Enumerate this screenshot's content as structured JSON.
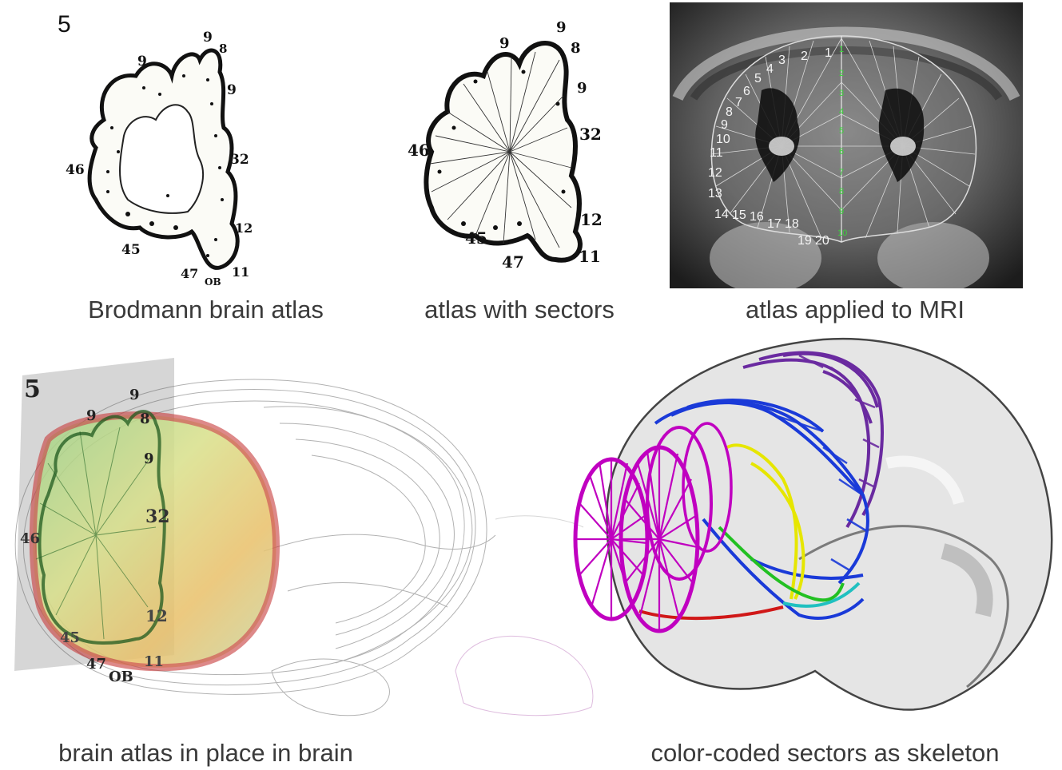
{
  "figure_number": "5",
  "captions": {
    "brodmann": "Brodmann brain atlas",
    "sectors": "atlas with sectors",
    "mri": "atlas applied to MRI",
    "in_brain": "brain atlas in place in brain",
    "skeleton": "color-coded sectors as skeleton"
  },
  "atlas_labels": {
    "a9a": "9",
    "a9b": "9",
    "a8": "8",
    "a9c": "9",
    "a32": "32",
    "a46": "46",
    "a12": "12",
    "a45": "45",
    "a47": "47",
    "aOB": "OB",
    "a11": "11"
  },
  "sector_labels": {
    "s9a": "9",
    "s9b": "9",
    "s8": "8",
    "s9c": "9",
    "s32": "32",
    "s46": "46",
    "s12": "12",
    "s45": "45",
    "s47": "47",
    "s11": "11"
  },
  "mri_numbers": [
    "1",
    "2",
    "3",
    "4",
    "5",
    "6",
    "7",
    "8",
    "9",
    "10",
    "11",
    "12",
    "13",
    "14",
    "15",
    "16",
    "17",
    "18",
    "19",
    "20"
  ],
  "mri_green_numbers": [
    "1",
    "2",
    "3",
    "4",
    "5",
    "6",
    "7",
    "8",
    "9",
    "10"
  ],
  "brain3d_labels": {
    "b5": "5",
    "b9a": "9",
    "b9b": "9",
    "b8": "8",
    "b9c": "9",
    "b32": "32",
    "b46": "46",
    "b12": "12",
    "b45": "45",
    "b47": "47",
    "bOB": "OB",
    "b11": "11"
  },
  "colors": {
    "magenta": "#c000c0",
    "purple": "#6a2aa0",
    "blue": "#1a3ad8",
    "yellow": "#e6e600",
    "green": "#22c022",
    "cyan": "#20c0c0",
    "red": "#d01818"
  }
}
